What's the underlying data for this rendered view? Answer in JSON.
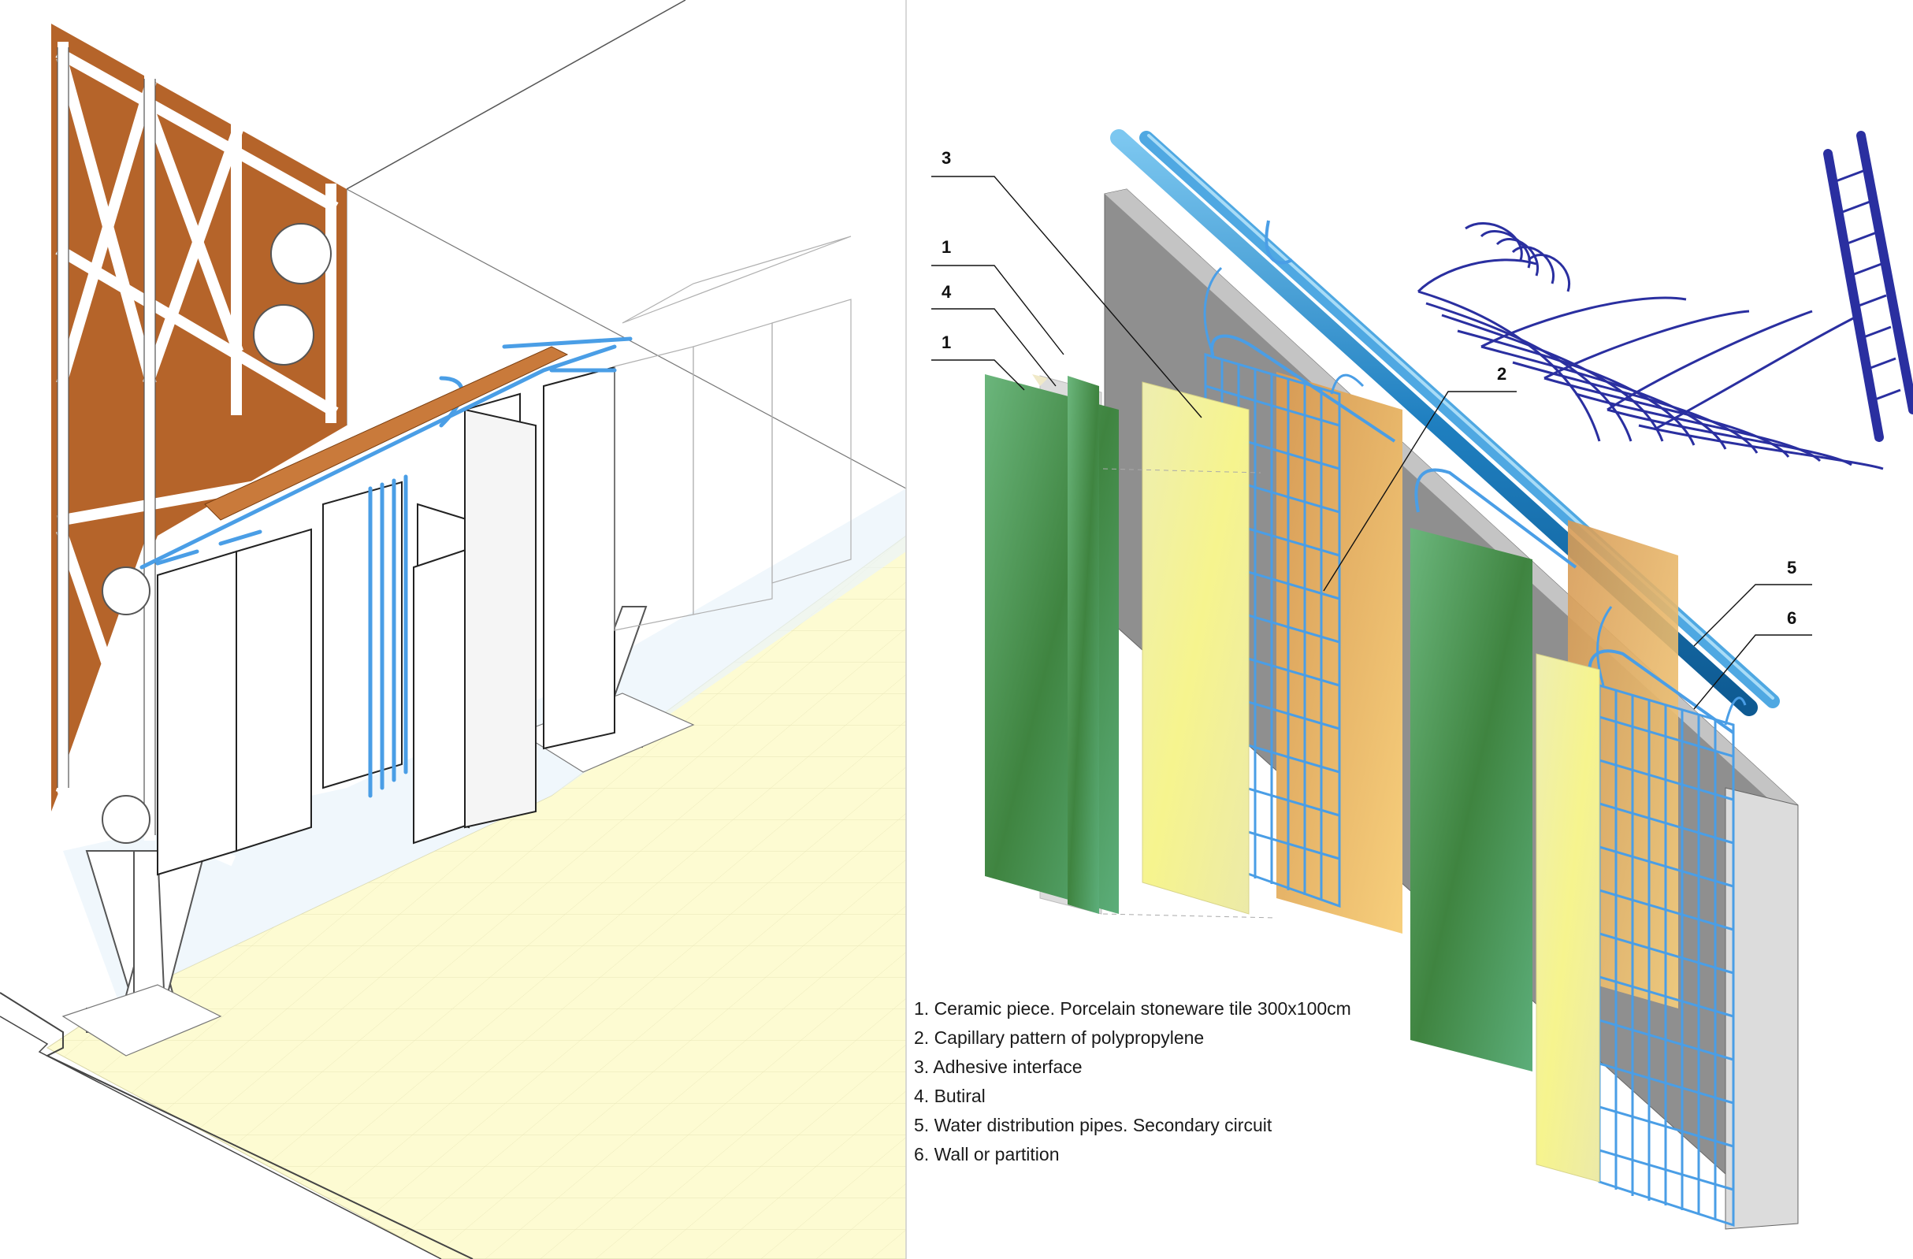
{
  "callouts": {
    "c3": "3",
    "c1a": "1",
    "c4": "4",
    "c1b": "1",
    "c2": "2",
    "c5": "5",
    "c6": "6"
  },
  "legend": [
    "1. Ceramic piece. Porcelain stoneware tile 300x100cm",
    "2. Capillary pattern of polypropylene",
    "3. Adhesive interface",
    "4. Butiral",
    "5. Water distribution pipes. Secondary circuit",
    "6. Wall or partition"
  ],
  "colors": {
    "wood": "#b5642a",
    "floor": "#fdfbd2",
    "capillary_blue": "#4a9ee6",
    "pipe_blue": "#1f7fc0",
    "tile_green": "#4f9a5e",
    "adhesive_yellow": "#f4f2a2",
    "butiral_grey": "#dcdcdc",
    "wall_grey": "#8f8f8f",
    "mesh_navy": "#2a2fa0"
  }
}
